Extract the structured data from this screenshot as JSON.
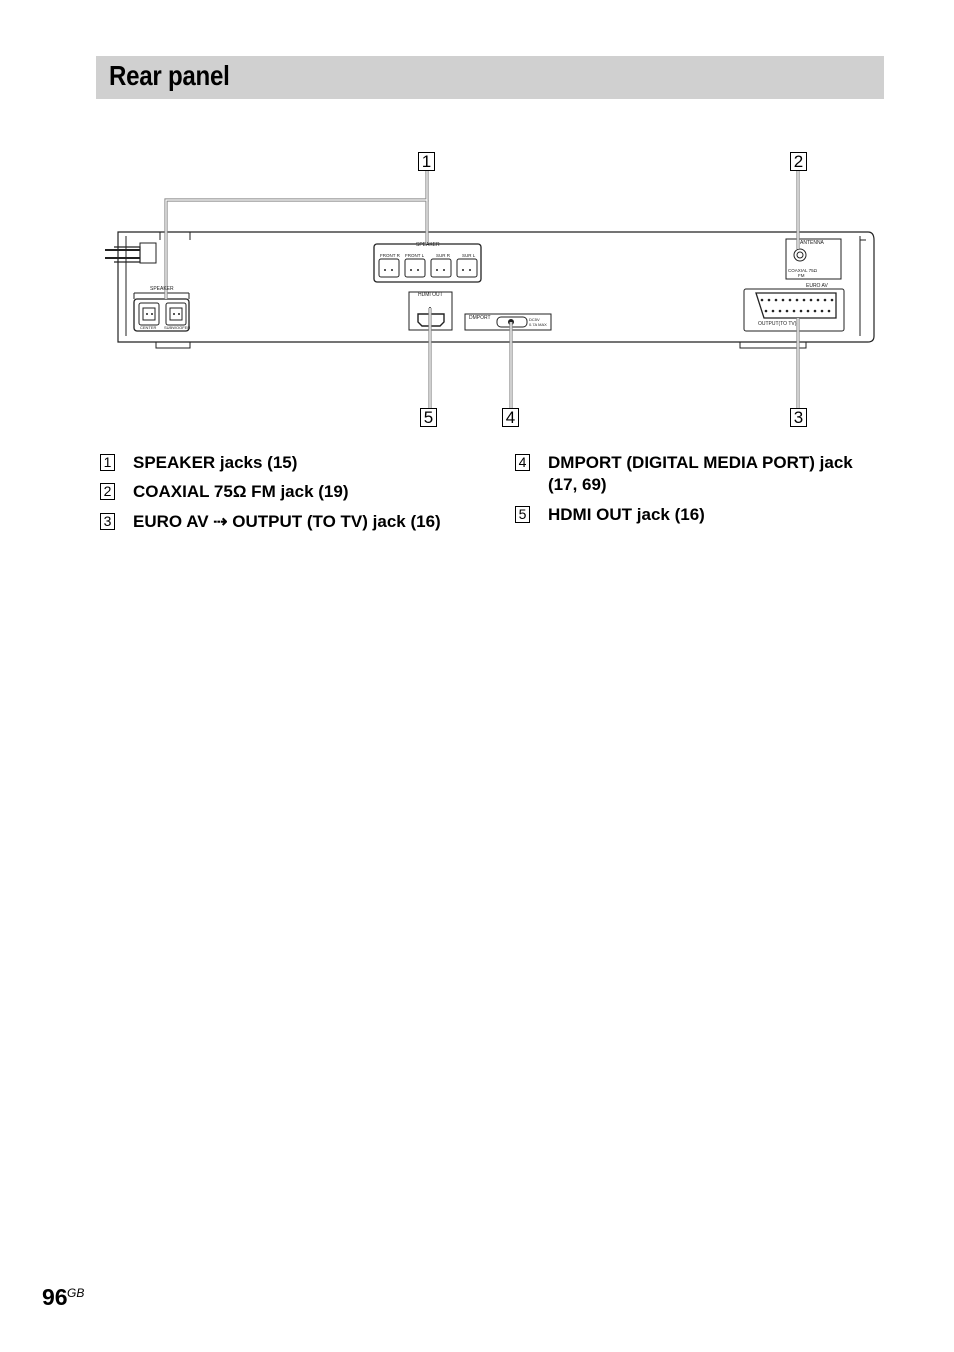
{
  "header": {
    "title": "Rear panel"
  },
  "diagram": {
    "callouts": [
      "1",
      "2",
      "3",
      "4",
      "5"
    ],
    "panel_labels": {
      "speaker_left": "SPEAKER",
      "center": "CENTER",
      "subwoofer": "SUBWOOFER",
      "speaker_top": "SPEAKER",
      "front_r": "FRONT R",
      "front_l": "FRONT L",
      "sur_r": "SUR R",
      "sur_l": "SUR L",
      "hdmi_out": "HDMI OUT",
      "dmport": "DMPORT",
      "dmport_spec_1": "DC5V",
      "dmport_spec_2": "0.7A MAX",
      "antenna": "ANTENNA",
      "coaxial": "COAXIAL 75Ω",
      "fm": "FM",
      "euro_av": "EURO AV",
      "output_to_tv": "OUTPUT(TO TV)"
    }
  },
  "legend": [
    {
      "num": "1",
      "text": "SPEAKER jacks (15)"
    },
    {
      "num": "2",
      "text": "COAXIAL 75Ω FM jack (19)"
    },
    {
      "num": "3",
      "text": "EURO AV ⇢ OUTPUT (TO TV) jack (16)"
    },
    {
      "num": "4",
      "text": "DMPORT (DIGITAL MEDIA PORT) jack (17, 69)"
    },
    {
      "num": "5",
      "text": "HDMI OUT jack (16)"
    }
  ],
  "footer": {
    "page_number": "96",
    "page_suffix": "GB"
  }
}
